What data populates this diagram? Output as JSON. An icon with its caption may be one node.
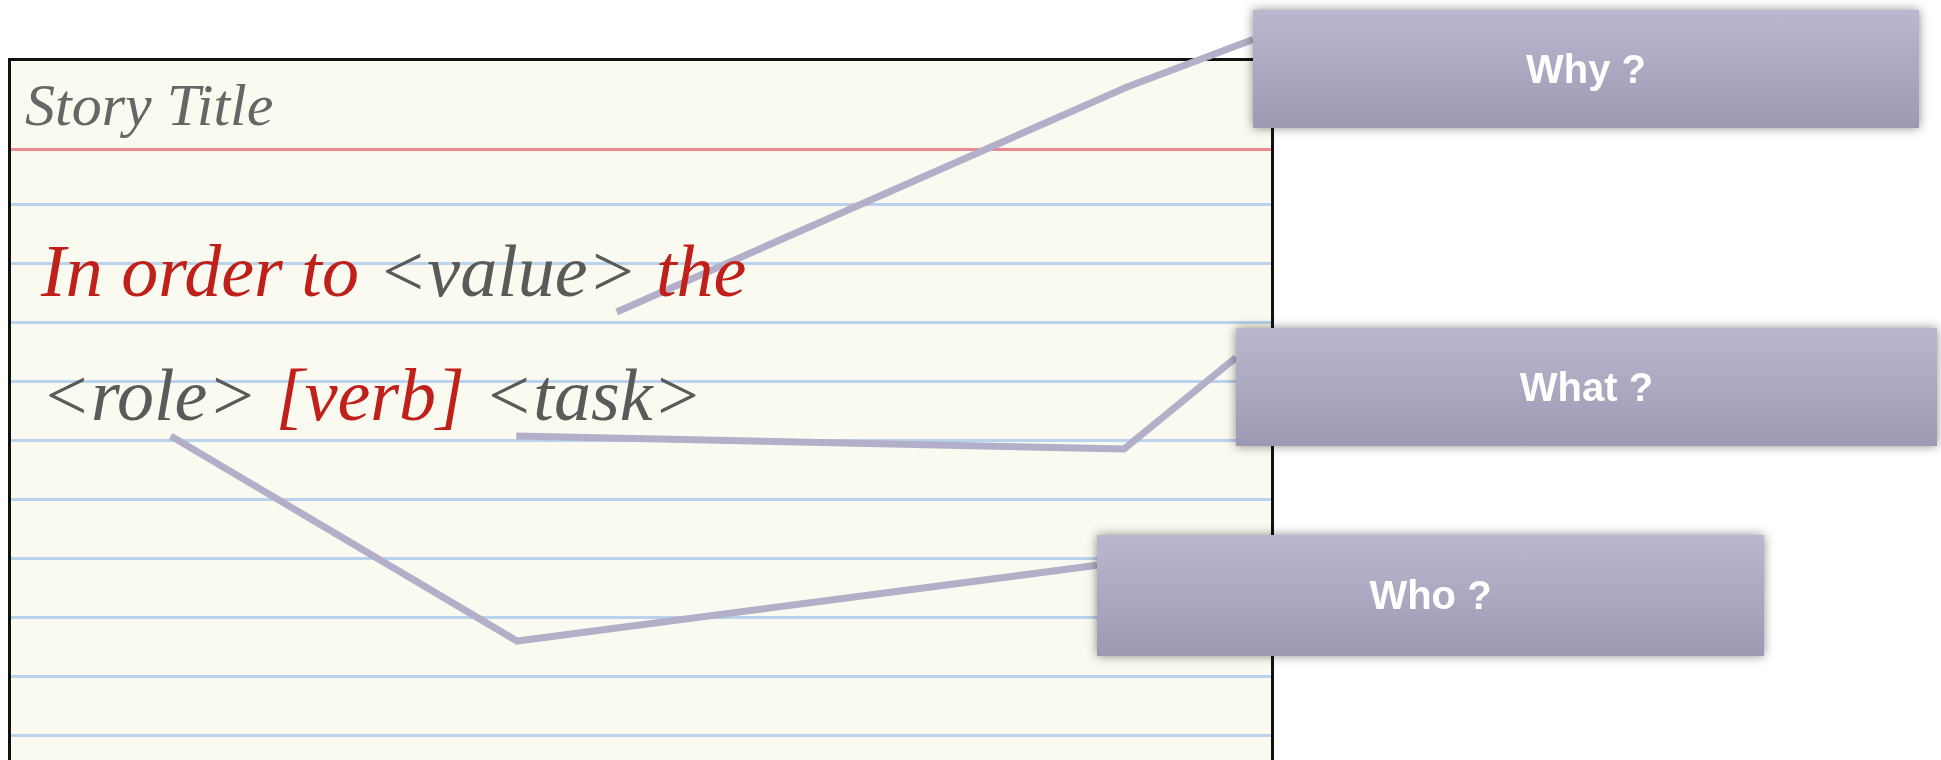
{
  "diagram": {
    "nodes": [
      {
        "text": [
          "Story Title"
        ]
      },
      {
        "text": [
          "<value>"
        ],
        "in": 0
      },
      {
        "text": [
          "<role>"
        ],
        "in": 0
      },
      {
        "text": [
          "<task>"
        ],
        "in": 0
      },
      {
        "text": [
          "Why ?"
        ]
      },
      {
        "text": [
          "What ?"
        ]
      },
      {
        "text": [
          "Who ?"
        ]
      }
    ],
    "edges": [
      {
        "from": 4,
        "to": 1,
        "arrow": "none"
      },
      {
        "from": 5,
        "to": 3,
        "arrow": "none"
      },
      {
        "from": 6,
        "to": 2,
        "arrow": "none"
      }
    ],
    "labels": [
      "In order to",
      "the",
      "[verb]"
    ]
  }
}
